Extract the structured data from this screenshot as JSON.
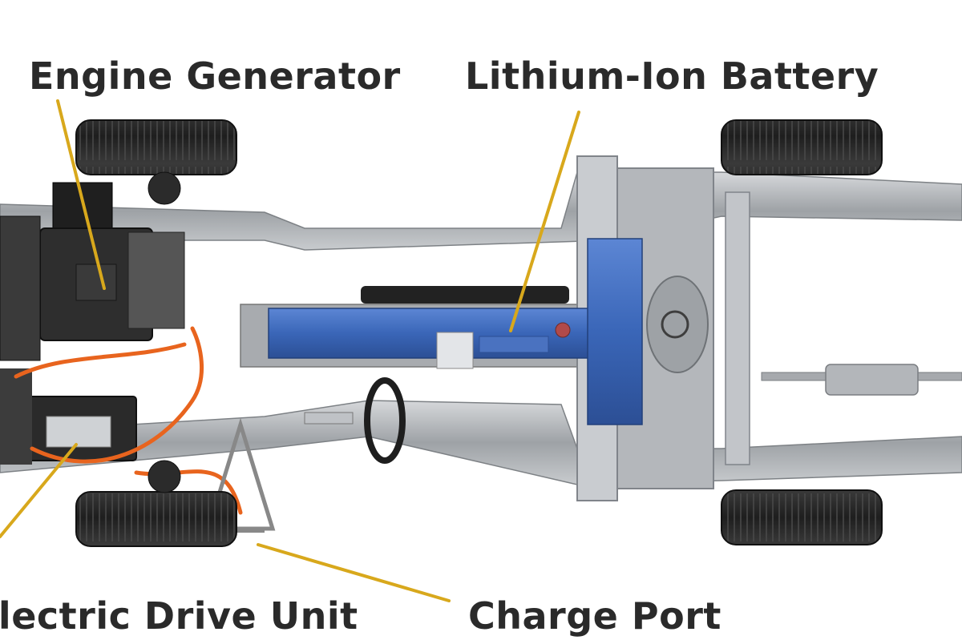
{
  "labels": {
    "engine_generator": "Engine Generator",
    "lithium_ion_battery": "Lithium-Ion Battery",
    "electric_drive_unit": "Electric Drive Unit",
    "charge_port": "Charge Port"
  },
  "colors": {
    "leader_line": "#d8a81c",
    "battery": "#3a66b8",
    "frame": "#b9bcc0",
    "tire": "#2b2b2b",
    "cable": "#e8641e",
    "label_text": "#2a2a2a"
  }
}
